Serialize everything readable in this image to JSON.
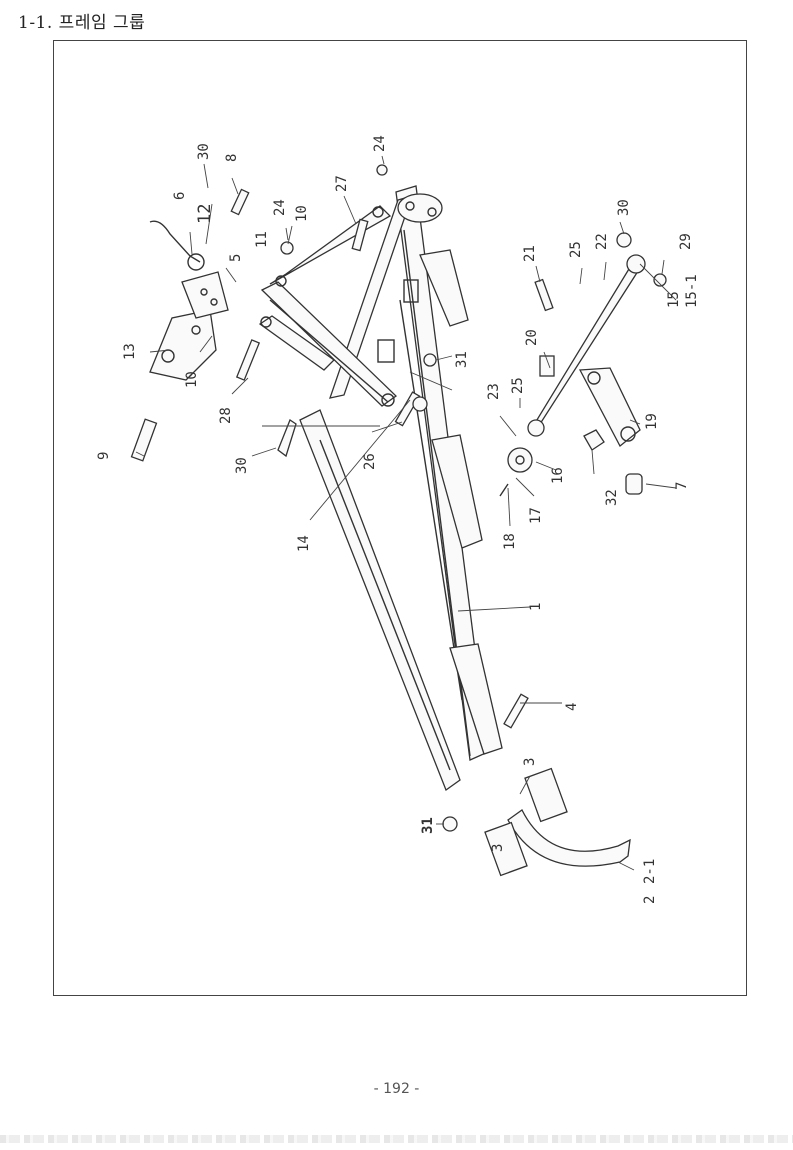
{
  "header": {
    "title": "1-1. 프레임 그룹"
  },
  "footer": {
    "page_number": "- 192 -"
  },
  "diagram": {
    "part_labels": [
      "1",
      "2",
      "2-1",
      "3",
      "3",
      "4",
      "5",
      "6",
      "7",
      "8",
      "9",
      "10",
      "10",
      "11",
      "12",
      "13",
      "14",
      "15",
      "15-1",
      "16",
      "17",
      "18",
      "19",
      "20",
      "21",
      "22",
      "23",
      "24",
      "24",
      "25",
      "25",
      "26",
      "27",
      "28",
      "29",
      "30",
      "30",
      "30",
      "31",
      "31",
      "32"
    ]
  }
}
